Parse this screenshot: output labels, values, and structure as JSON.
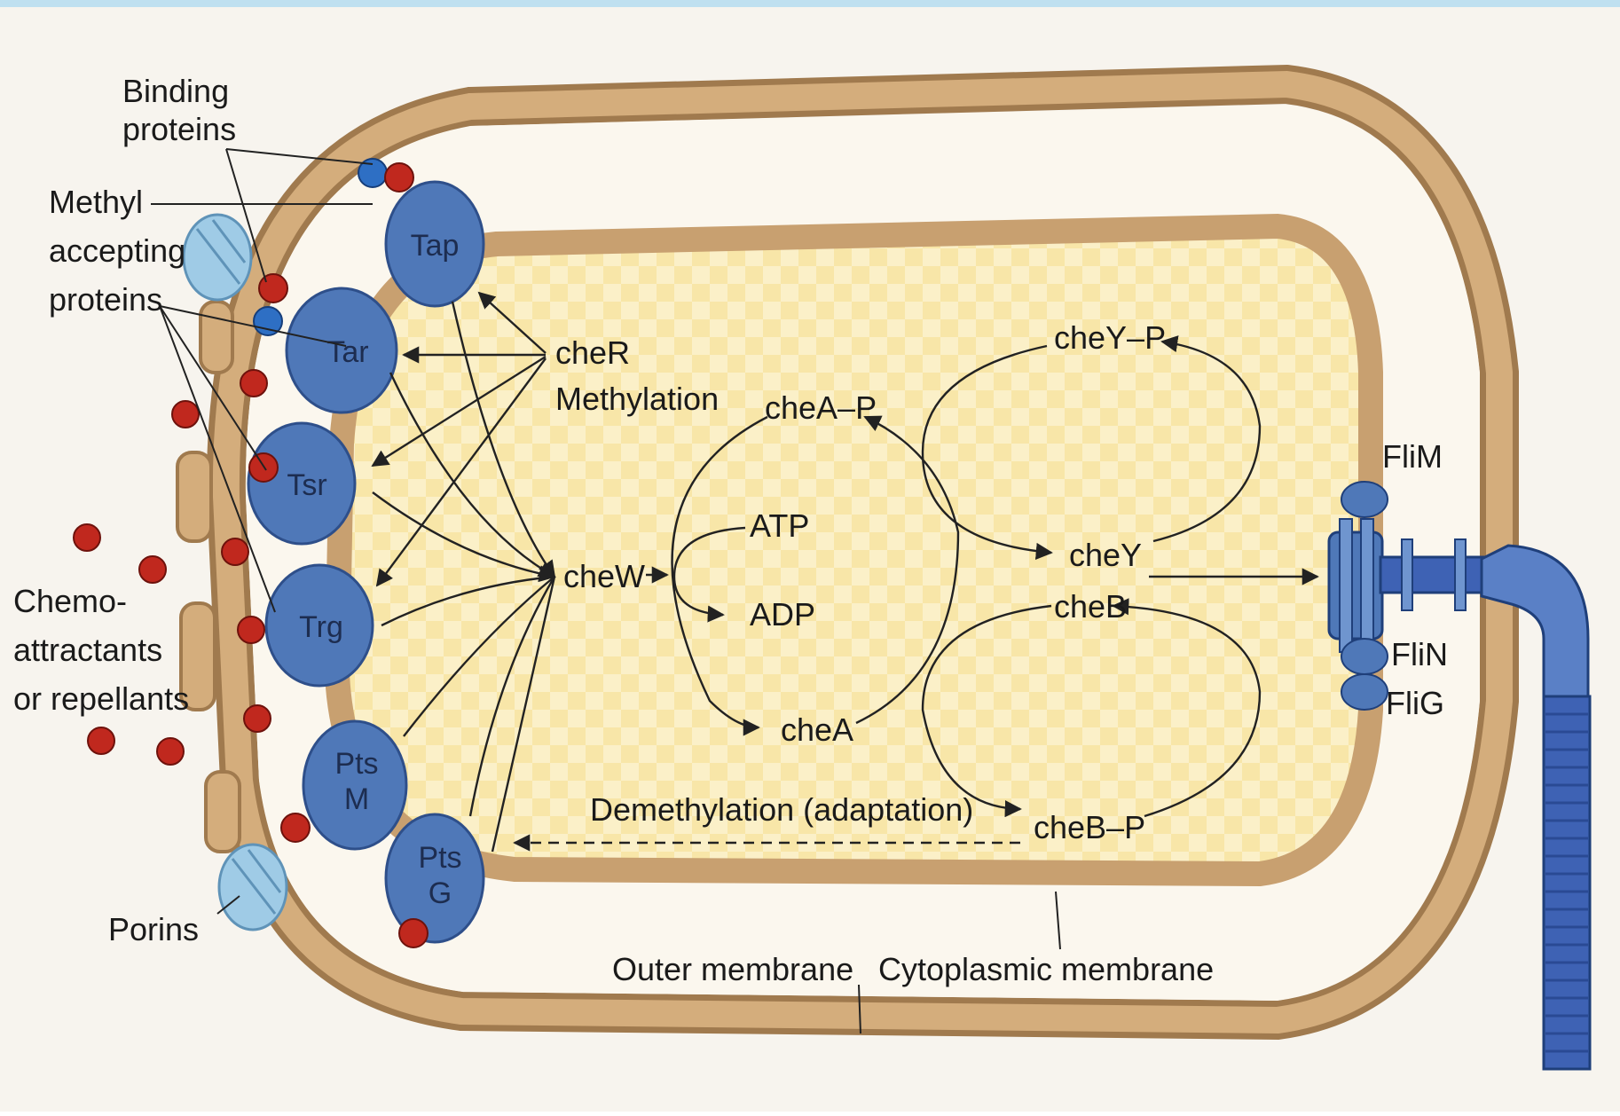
{
  "labels": {
    "binding_proteins": [
      "Binding",
      "proteins"
    ],
    "methyl_accepting_proteins": [
      "Methyl",
      "accepting",
      "proteins"
    ],
    "chemoattractants": [
      "Chemo-",
      "attractants",
      "or repellants"
    ],
    "porins": "Porins",
    "outer_membrane": "Outer membrane",
    "cytoplasmic_membrane": "Cytoplasmic membrane",
    "flim": "FliM",
    "flin": "FliN",
    "flig": "FliG"
  },
  "receptors": {
    "tap": [
      "Tap"
    ],
    "tar": [
      "Tar"
    ],
    "tsr": [
      "Tsr"
    ],
    "trg": [
      "Trg"
    ],
    "pts_m": [
      "Pts",
      "M"
    ],
    "pts_g": [
      "Pts",
      "G"
    ]
  },
  "pathway": {
    "cher": "cheR",
    "methylation": "Methylation",
    "chew": "cheW",
    "atp": "ATP",
    "adp": "ADP",
    "chea": "cheA",
    "chea_p": "cheA–P",
    "chey_p": "cheY–P",
    "chey": "cheY",
    "cheb": "cheB",
    "cheb_p": "cheB–P",
    "demethylation": "Demethylation (adaptation)"
  },
  "colors": {
    "membrane": "#c8a070",
    "membrane_edge": "#a07a4e",
    "cytoplasm": "#f7e3a2",
    "receptor": "#4f78b8",
    "ligand": "#c0281e",
    "flagellum": "#3e62b4",
    "porin": "#9fcbe6"
  }
}
